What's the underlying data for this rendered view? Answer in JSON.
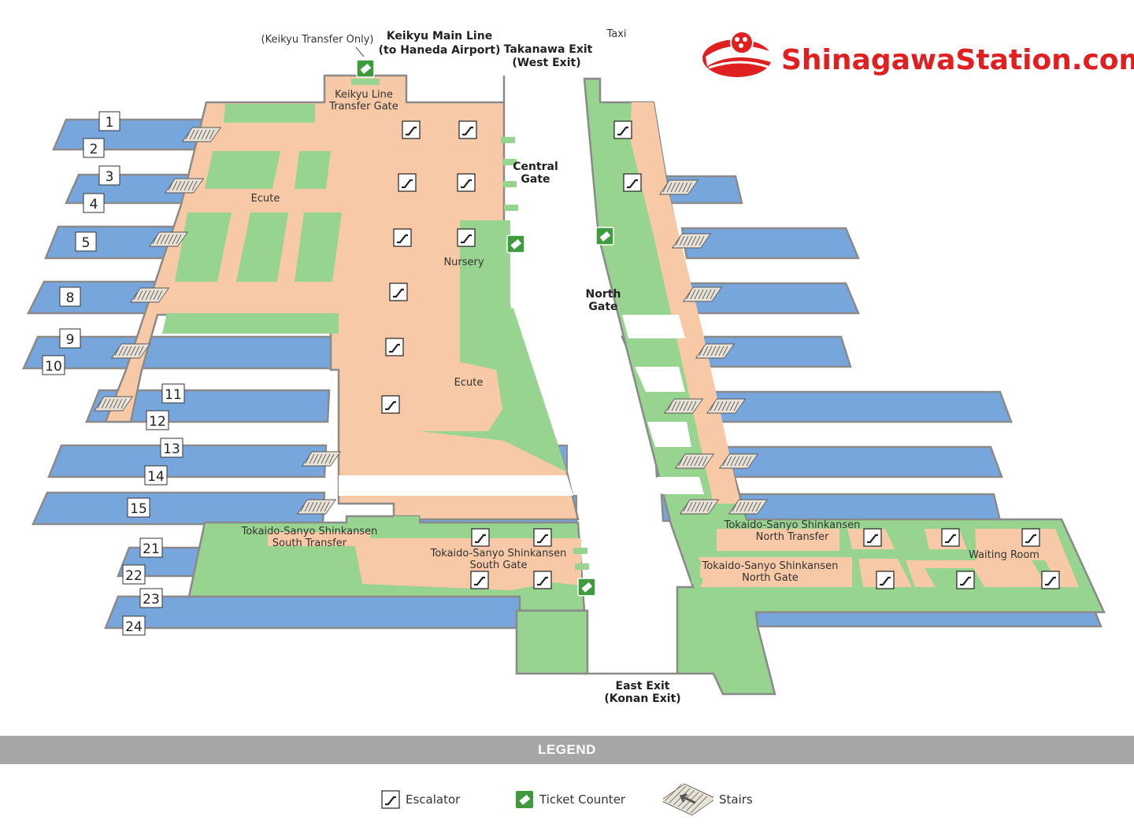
{
  "brand": {
    "name": "ShinagawaStation.com",
    "accent": "#e02020"
  },
  "colors": {
    "concourse": "#f7c9a6",
    "shop": "#96d48f",
    "platform": "#76a6dc",
    "outline": "#8a8a8a"
  },
  "labels": {
    "keikyu_transfer_only": "(Keikyu Transfer Only)",
    "keikyu_main_line_1": "Keikyu Main Line",
    "keikyu_main_line_2": "(to Haneda Airport)",
    "takanawa_exit_1": "Takanawa Exit",
    "takanawa_exit_2": "(West Exit)",
    "taxi": "Taxi",
    "keikyu_gate_1": "Keikyu Line",
    "keikyu_gate_2": "Transfer Gate",
    "central_gate_1": "Central",
    "central_gate_2": "Gate",
    "ecute_north": "Ecute",
    "nursery": "Nursery",
    "north_gate_1": "North",
    "north_gate_2": "Gate",
    "ecute_south": "Ecute",
    "shinkansen_south_transfer_1": "Tokaido-Sanyo Shinkansen",
    "shinkansen_south_transfer_2": "South Transfer",
    "shinkansen_south_gate_1": "Tokaido-Sanyo Shinkansen",
    "shinkansen_south_gate_2": "South Gate",
    "shinkansen_north_transfer_1": "Tokaido-Sanyo Shinkansen",
    "shinkansen_north_transfer_2": "North Transfer",
    "shinkansen_north_gate_1": "Tokaido-Sanyo Shinkansen",
    "shinkansen_north_gate_2": "North Gate",
    "waiting_room": "Waiting Room",
    "east_exit_1": "East Exit",
    "east_exit_2": "(Konan Exit)"
  },
  "platforms": [
    "1",
    "2",
    "3",
    "4",
    "5",
    "8",
    "9",
    "10",
    "11",
    "12",
    "13",
    "14",
    "15",
    "21",
    "22",
    "23",
    "24"
  ],
  "legend": {
    "title": "LEGEND",
    "items": [
      {
        "icon": "escalator-icon",
        "label": "Escalator"
      },
      {
        "icon": "ticket-counter-icon",
        "label": "Ticket Counter"
      },
      {
        "icon": "stairs-icon",
        "label": "Stairs"
      }
    ]
  }
}
